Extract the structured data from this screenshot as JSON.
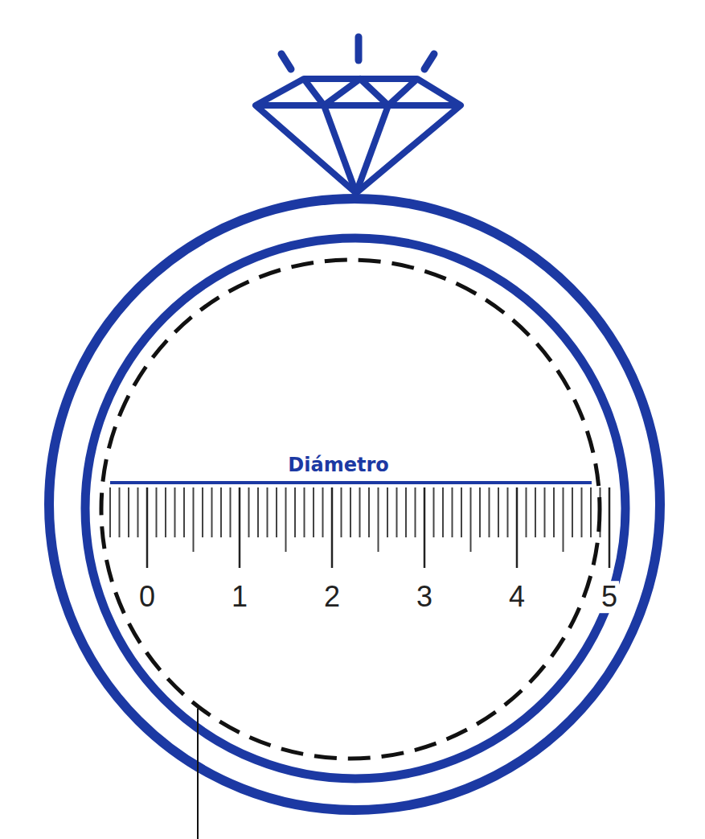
{
  "diagram": {
    "labels": [
      "Diámetro",
      "0",
      "1",
      "2",
      "3",
      "4",
      "5"
    ]
  }
}
